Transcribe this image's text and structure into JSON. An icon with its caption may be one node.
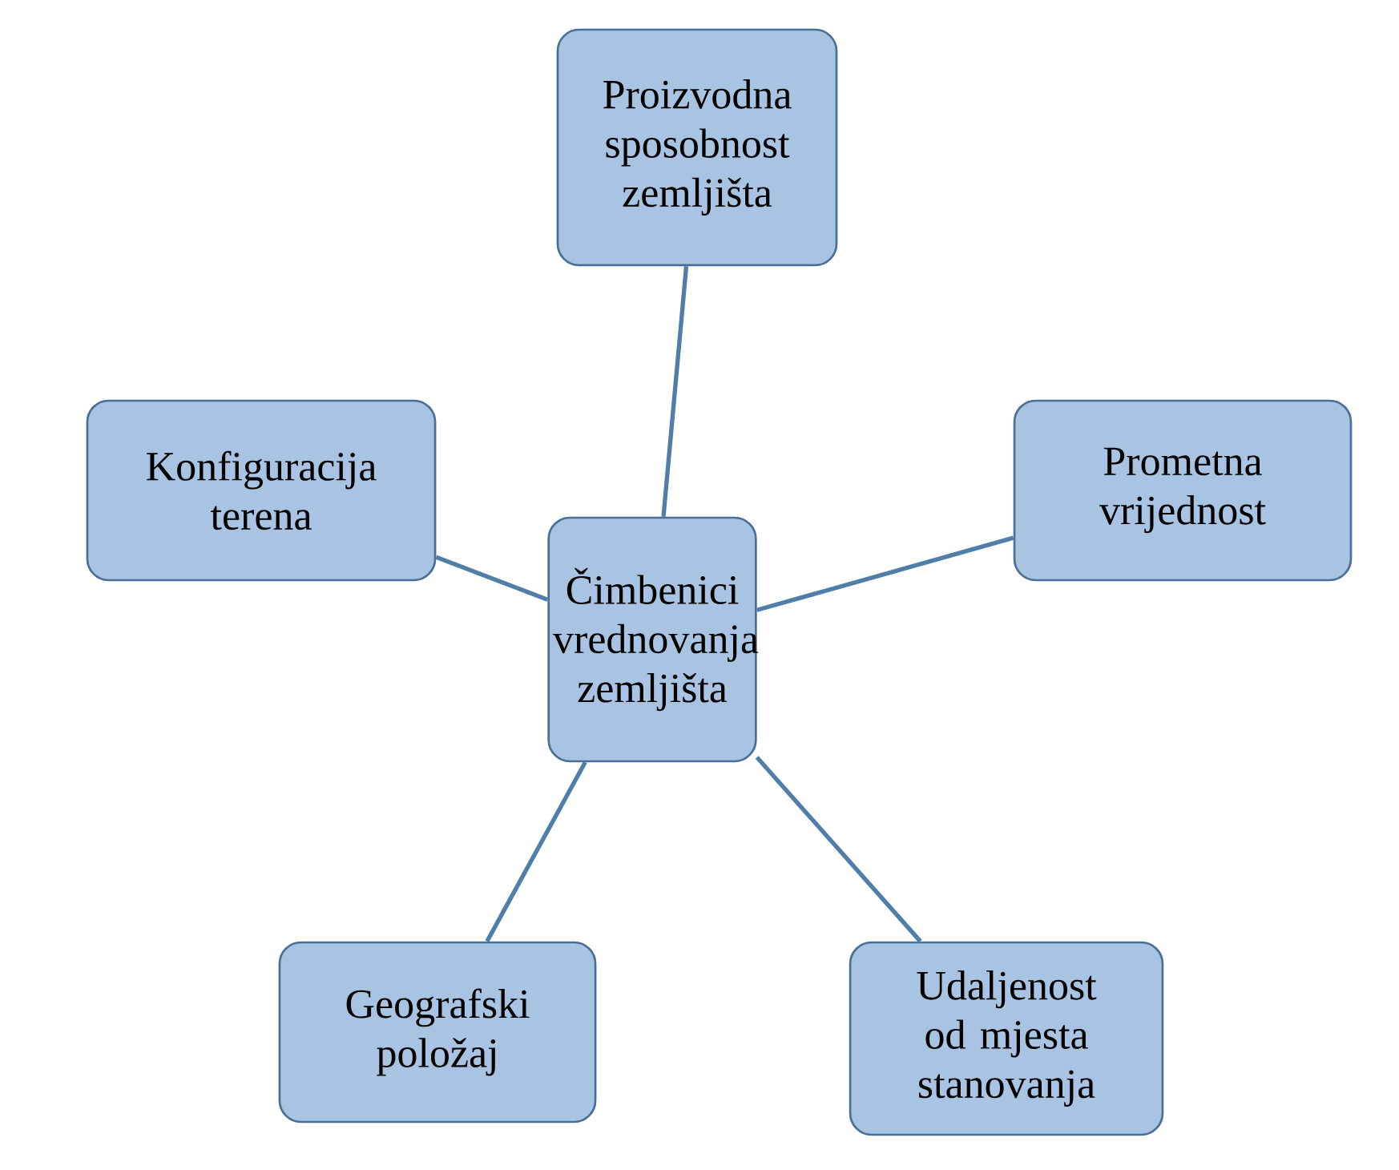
{
  "diagram": {
    "nodes": [
      {
        "text": [
          "Proizvodna sposobnost zemljišta"
        ]
      },
      {
        "text": [
          "Konfiguracija terena"
        ]
      },
      {
        "text": [
          "Čimbenici vrednovanja zemljišta"
        ]
      },
      {
        "text": [
          "Prometna vrijednost"
        ]
      },
      {
        "text": [
          "Geografski položaj"
        ]
      },
      {
        "text": [
          "Udaljenost od mjesta stanovanja"
        ]
      }
    ],
    "edges": [
      {
        "from": 2,
        "to": 0,
        "arrow": "none"
      },
      {
        "from": 2,
        "to": 1,
        "arrow": "none"
      },
      {
        "from": 2,
        "to": 3,
        "arrow": "none"
      },
      {
        "from": 2,
        "to": 4,
        "arrow": "none"
      },
      {
        "from": 2,
        "to": 5,
        "arrow": "none"
      }
    ]
  }
}
